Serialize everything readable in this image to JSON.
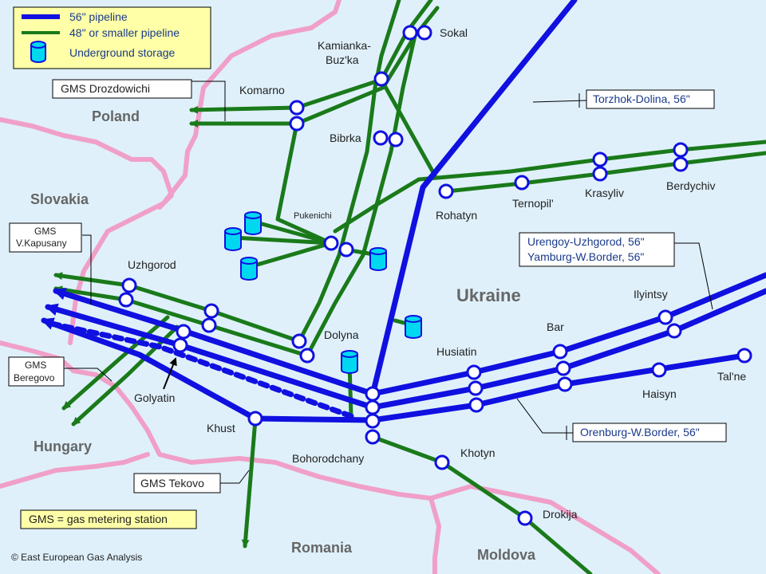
{
  "legend": {
    "pipeline_56": "56\" pipeline",
    "pipeline_48": "48\" or smaller pipeline",
    "storage": "Underground storage"
  },
  "countries": {
    "poland": "Poland",
    "slovakia": "Slovakia",
    "hungary": "Hungary",
    "ukraine": "Ukraine",
    "romania": "Romania",
    "moldova": "Moldova"
  },
  "cities": {
    "sokal": "Sokal",
    "kamianka_1": "Kamianka-",
    "kamianka_2": "Buz'ka",
    "komarno": "Komarno",
    "bibrka": "Bibrka",
    "pukenichi": "Pukenichi",
    "rohatyn": "Rohatyn",
    "ternopil": "Ternopil'",
    "krasyliv": "Krasyliv",
    "berdychiv": "Berdychiv",
    "uzhgorod": "Uzhgorod",
    "dolyna": "Dolyna",
    "husiatin": "Husiatin",
    "bar": "Bar",
    "ilyintsy": "Ilyintsy",
    "golyatin": "Golyatin",
    "khust": "Khust",
    "bohorodchany": "Bohorodchany",
    "khotyn": "Khotyn",
    "haisyn": "Haisyn",
    "talne": "Tal'ne",
    "drokija": "Drokija"
  },
  "stations": {
    "drozdowichi": "GMS Drozdowichi",
    "kapusany_1": "GMS",
    "kapusany_2": "V.Kapusany",
    "beregovo_1": "GMS",
    "beregovo_2": "Beregovo",
    "tekovo": "GMS Tekovo"
  },
  "pipeline_labels": {
    "torzhok": "Torzhok-Dolina, 56\"",
    "urengoy": "Urengoy-Uzhgorod, 56\"",
    "yamburg": "Yamburg-W.Border, 56\"",
    "orenburg": "Orenburg-W.Border, 56\""
  },
  "note": "GMS = gas metering station",
  "copyright": "© East European Gas Analysis",
  "colors": {
    "water": "#dff0fb",
    "border": "#f0a0c8",
    "pipeline_56": "#1010e0",
    "pipeline_48": "#1a7a1a",
    "legend_bg": "#ffffa8",
    "label_bg": "#ffffff"
  }
}
